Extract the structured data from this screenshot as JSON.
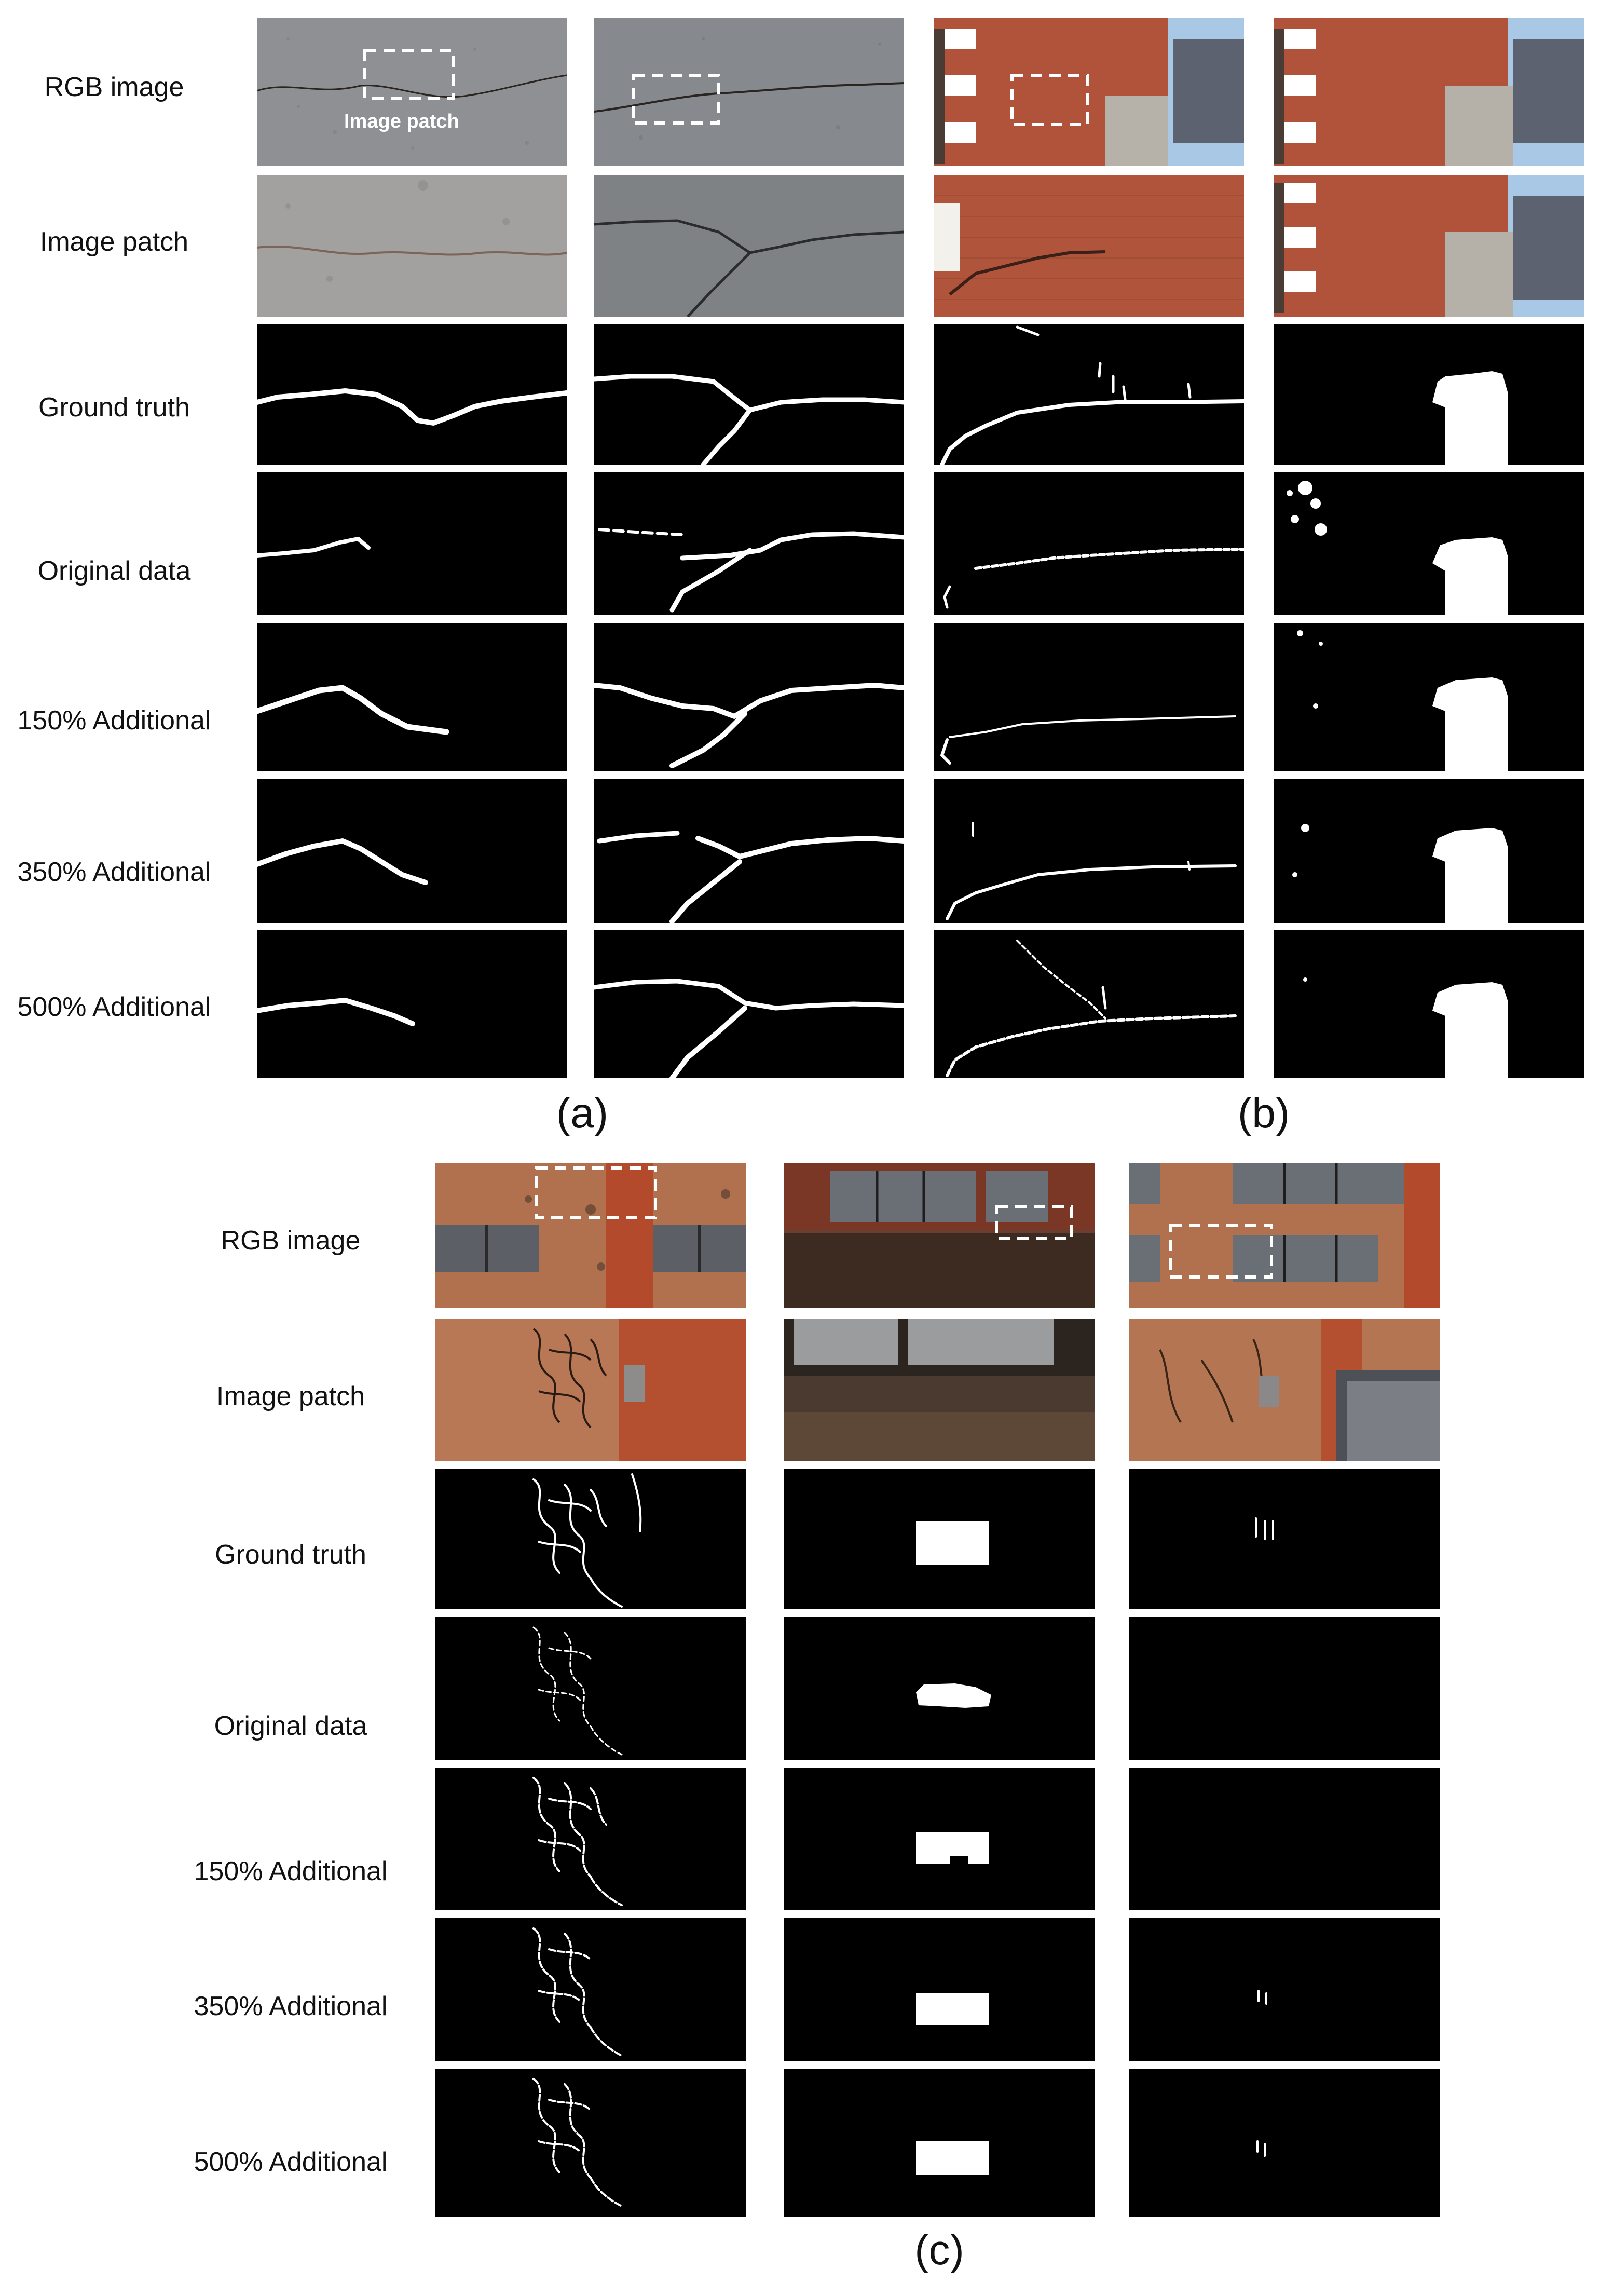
{
  "rows_a": [
    "RGB image",
    "Image patch",
    "Ground truth",
    "Original data",
    "150% Additional",
    "350% Additional",
    "500% Additional"
  ],
  "rows_c": [
    "RGB image",
    "Image patch",
    "Ground truth",
    "Original data",
    "150% Additional",
    "350% Additional",
    "500% Additional"
  ],
  "patch_annotation": "Image patch",
  "captions": {
    "a": "(a)",
    "b": "(b)",
    "c": "(c)"
  },
  "colors": {
    "mask_bg": "#000000",
    "mask_fg": "#ffffff",
    "asphalt": "#8d8f92",
    "brick": "#b9553a",
    "facade": "#a8654a"
  }
}
